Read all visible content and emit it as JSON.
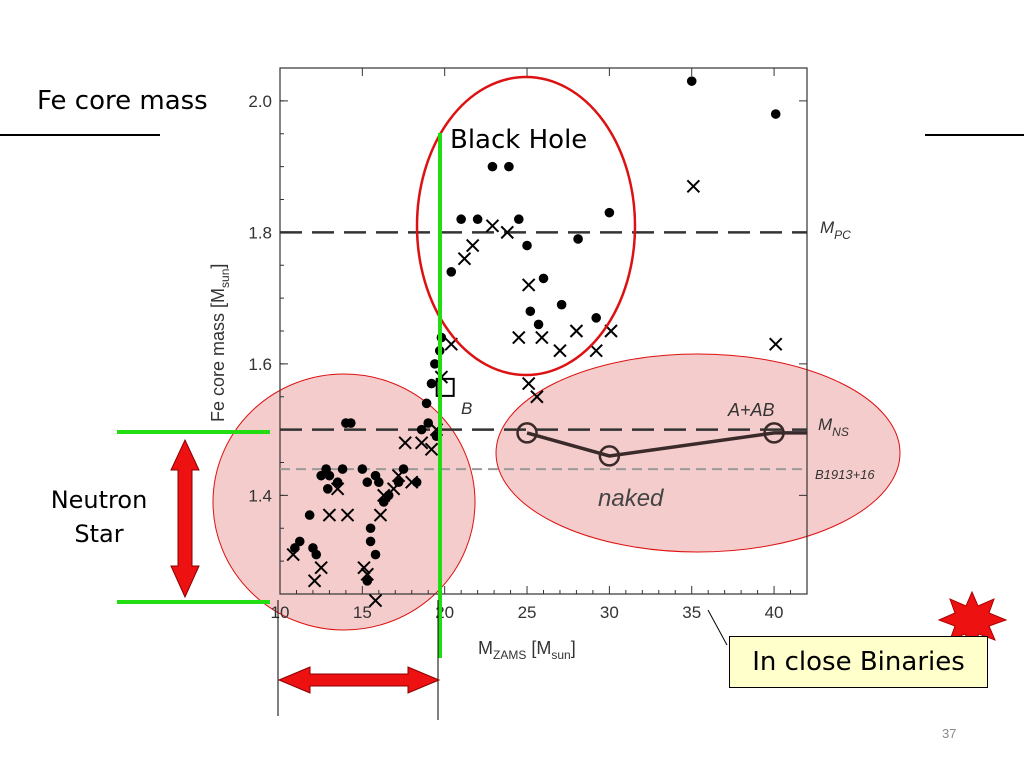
{
  "slide": {
    "title": "Fe core mass",
    "neutron_star_label_line1": "Neutron",
    "neutron_star_label_line2": "Star",
    "callout_label": "In close Binaries",
    "page_number": "37"
  },
  "colors": {
    "marker": "#000000",
    "ns_region_fill": "#f5cccc",
    "bh_region_stroke": "#dd1111",
    "threshold_line": "#22dd11",
    "arrow_fill": "#ee1111",
    "binary_line": "#3a2a2a",
    "callout_fill": "#ffffcc"
  },
  "chart_data": {
    "type": "scatter",
    "xlabel_main": "M",
    "xlabel_sub": "ZAMS",
    "xlabel_unit_main": " [M",
    "xlabel_unit_sub": "sun",
    "xlabel_unit_close": "]",
    "ylabel_main": "Fe core mass [M",
    "ylabel_sub": "sun",
    "ylabel_close": "]",
    "x_ticks": [
      10,
      15,
      20,
      25,
      30,
      35,
      40
    ],
    "y_ticks": [
      1.4,
      1.6,
      1.8,
      2.0
    ],
    "xlim": [
      10,
      42
    ],
    "ylim": [
      1.25,
      2.05
    ],
    "series": [
      {
        "marker": "dot",
        "points": [
          [
            10.9,
            1.32
          ],
          [
            11.2,
            1.33
          ],
          [
            11.8,
            1.37
          ],
          [
            12.0,
            1.32
          ],
          [
            12.2,
            1.31
          ],
          [
            12.5,
            1.43
          ],
          [
            12.8,
            1.44
          ],
          [
            13.0,
            1.43
          ],
          [
            13.5,
            1.42
          ],
          [
            13.8,
            1.44
          ],
          [
            12.9,
            1.41
          ],
          [
            14.0,
            1.51
          ],
          [
            14.3,
            1.51
          ],
          [
            15.0,
            1.44
          ],
          [
            15.3,
            1.42
          ],
          [
            15.5,
            1.35
          ],
          [
            15.8,
            1.43
          ],
          [
            16.0,
            1.42
          ],
          [
            16.3,
            1.39
          ],
          [
            16.6,
            1.4
          ],
          [
            17.2,
            1.42
          ],
          [
            15.3,
            1.27
          ],
          [
            15.5,
            1.33
          ],
          [
            15.8,
            1.31
          ],
          [
            17.5,
            1.44
          ],
          [
            18.3,
            1.42
          ],
          [
            18.6,
            1.5
          ],
          [
            19.0,
            1.51
          ],
          [
            19.5,
            1.49
          ],
          [
            18.9,
            1.54
          ],
          [
            19.2,
            1.57
          ],
          [
            19.4,
            1.6
          ],
          [
            19.7,
            1.62
          ],
          [
            19.8,
            1.64
          ],
          [
            20.4,
            1.74
          ],
          [
            21.0,
            1.82
          ],
          [
            22.0,
            1.82
          ],
          [
            22.9,
            1.9
          ],
          [
            23.9,
            1.9
          ],
          [
            24.5,
            1.82
          ],
          [
            25.0,
            1.78
          ],
          [
            26.0,
            1.73
          ],
          [
            25.2,
            1.68
          ],
          [
            25.7,
            1.66
          ],
          [
            27.1,
            1.69
          ],
          [
            28.1,
            1.79
          ],
          [
            29.2,
            1.67
          ],
          [
            30.0,
            1.83
          ],
          [
            35.0,
            2.03
          ],
          [
            40.1,
            1.98
          ]
        ]
      },
      {
        "marker": "cross",
        "points": [
          [
            10.8,
            1.31
          ],
          [
            12.1,
            1.27
          ],
          [
            12.5,
            1.29
          ],
          [
            13.0,
            1.37
          ],
          [
            13.5,
            1.41
          ],
          [
            14.1,
            1.37
          ],
          [
            15.1,
            1.29
          ],
          [
            15.3,
            1.28
          ],
          [
            15.8,
            1.24
          ],
          [
            16.1,
            1.37
          ],
          [
            16.3,
            1.4
          ],
          [
            16.9,
            1.41
          ],
          [
            17.2,
            1.43
          ],
          [
            17.6,
            1.48
          ],
          [
            18.0,
            1.42
          ],
          [
            18.6,
            1.48
          ],
          [
            19.2,
            1.47
          ],
          [
            19.5,
            1.5
          ],
          [
            19.8,
            1.58
          ],
          [
            20.4,
            1.63
          ],
          [
            21.2,
            1.76
          ],
          [
            21.7,
            1.78
          ],
          [
            22.9,
            1.81
          ],
          [
            23.8,
            1.8
          ],
          [
            24.5,
            1.64
          ],
          [
            25.1,
            1.72
          ],
          [
            25.1,
            1.57
          ],
          [
            25.6,
            1.55
          ],
          [
            25.9,
            1.64
          ],
          [
            27.0,
            1.62
          ],
          [
            28.0,
            1.65
          ],
          [
            29.2,
            1.62
          ],
          [
            30.1,
            1.65
          ],
          [
            35.1,
            1.87
          ],
          [
            40.1,
            1.63
          ]
        ]
      },
      {
        "marker": "open-square",
        "name": "B",
        "points": [
          [
            20.0,
            1.565
          ]
        ]
      },
      {
        "marker": "open-circle-line",
        "name": "A+AB",
        "points": [
          [
            25.0,
            1.495
          ],
          [
            30.0,
            1.46
          ],
          [
            40.0,
            1.495
          ],
          [
            42.0,
            1.495
          ]
        ]
      }
    ],
    "reference_lines": [
      {
        "y": 1.8,
        "label_main": "M",
        "label_sub": "PC",
        "style": "dashed"
      },
      {
        "y": 1.5,
        "label_main": "M",
        "label_sub": "NS",
        "style": "dashed"
      },
      {
        "y": 1.44,
        "label": "B1913+16",
        "style": "dashed-light"
      }
    ],
    "annotations": {
      "black_hole": "Black Hole",
      "naked": "naked",
      "square_label": "B",
      "binary_track_label": "A+AB"
    },
    "threshold_x": 20,
    "neutron_star_mass_range": [
      1.25,
      1.5
    ],
    "grid": false
  }
}
